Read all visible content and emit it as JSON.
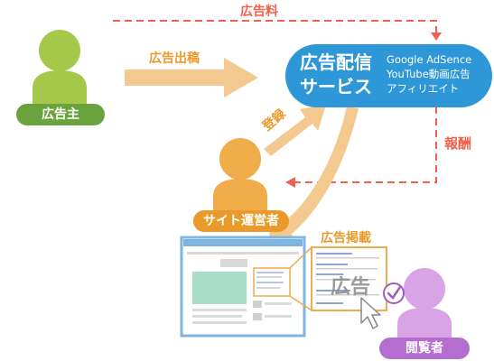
{
  "colors": {
    "advertiser": "#a5c84a",
    "advertiser_label": "#6aa23d",
    "site": "#f0ac48",
    "site_label": "#e99a2a",
    "viewer": "#d8a4e6",
    "viewer_label": "#b46ed0",
    "service": "#2d97d8",
    "red": "#f0614f",
    "arrow_orange": "#f4c98f"
  },
  "advertiser": {
    "label": "広告主",
    "icon": "person-icon"
  },
  "site_operator": {
    "label": "サイト運営者",
    "icon": "person-icon"
  },
  "viewer": {
    "label": "閲覧者",
    "icon": "person-icon"
  },
  "service": {
    "title_line1": "広告配信",
    "title_line2": "サービス",
    "examples": [
      "Google AdSence",
      "YouTube動画広告",
      "アフィリエイト"
    ]
  },
  "flows": {
    "ad_fee": "広告料",
    "placement": "広告出稿",
    "registration": "登録",
    "reward": "報酬",
    "ad_display": "広告掲載"
  },
  "ad_overlay": "広告"
}
